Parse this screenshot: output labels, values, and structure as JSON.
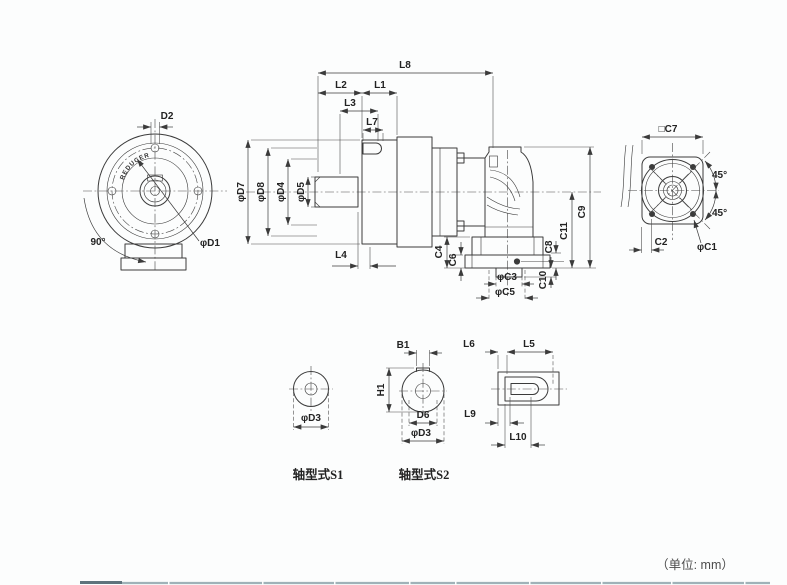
{
  "drawing": {
    "labels": {
      "reducer": "REDUCER",
      "s1_caption": "轴型式S1",
      "s2_caption": "轴型式S2",
      "unit_note": "（单位: mm）"
    },
    "dims": {
      "front": {
        "d2": "D2",
        "d1": "φD1",
        "rot": "90°"
      },
      "side_top": {
        "l8": "L8",
        "l2": "L2",
        "l1": "L1",
        "l3": "L3",
        "l7": "L7",
        "l4": "L4"
      },
      "side_left": {
        "d7": "φD7",
        "d8": "φD8",
        "d4": "φD4",
        "d5": "φD5"
      },
      "side_right": {
        "c4": "C4",
        "c6": "C6",
        "c3": "φC3",
        "c5": "φC5",
        "c8": "C8",
        "c10": "C10",
        "c11": "C11",
        "c9": "C9"
      },
      "flange": {
        "c7": "□C7",
        "a45_top": "45°",
        "a45_bottom": "45°",
        "c2": "C2",
        "c1": "φC1"
      },
      "s1": {
        "d3": "φD3"
      },
      "s2": {
        "b1": "B1",
        "h1": "H1",
        "d6": "D6",
        "d3": "φD3"
      },
      "hollow": {
        "l6": "L6",
        "l5": "L5",
        "l9": "L9",
        "l10": "L10"
      }
    },
    "colors": {
      "line": "#3b3b3b",
      "background": "#fcfdfd",
      "table_edge": "#9fb2b8",
      "table_edge_dark": "#5e737c"
    }
  }
}
